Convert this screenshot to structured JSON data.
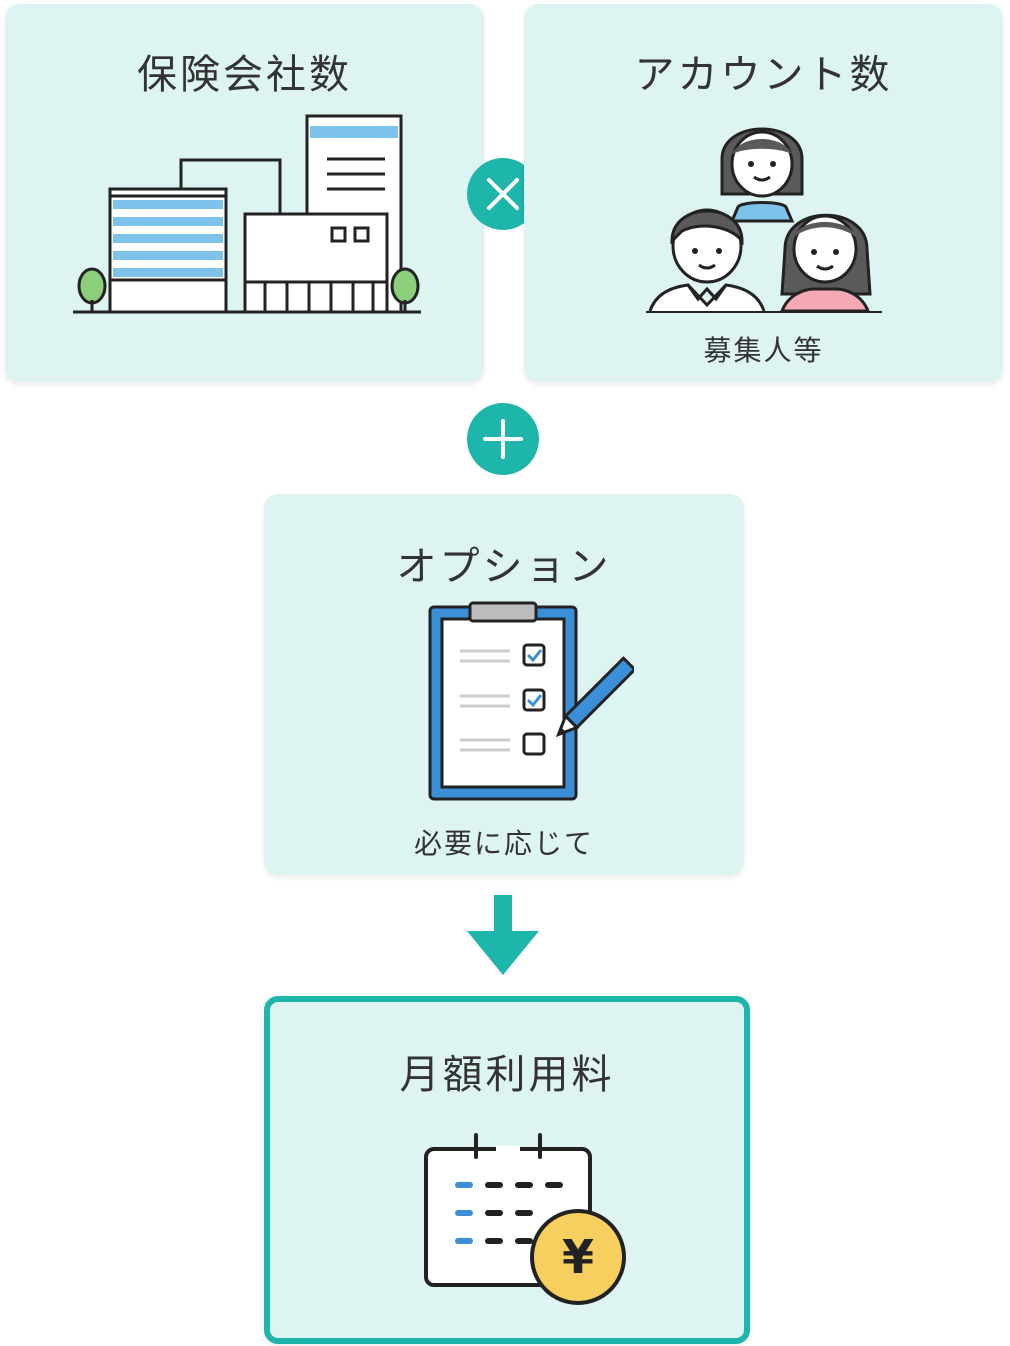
{
  "cards": {
    "insurers": {
      "title": "保険会社数"
    },
    "accounts": {
      "title": "アカウント数",
      "subtitle": "募集人等"
    },
    "option": {
      "title": "オプション",
      "subtitle": "必要に応じて"
    },
    "monthly": {
      "title": "月額利用料",
      "yen_symbol": "¥"
    }
  },
  "operators": {
    "multiply_icon": "times-icon",
    "plus_icon": "plus-icon",
    "result_icon": "arrow-down-icon"
  },
  "colors": {
    "card_background": "#def4f2",
    "accent_teal": "#1eb5ab",
    "accent_blue": "#4a9fd8",
    "coin_yellow": "#f7cf5e",
    "tree_green": "#8ccf7a"
  }
}
